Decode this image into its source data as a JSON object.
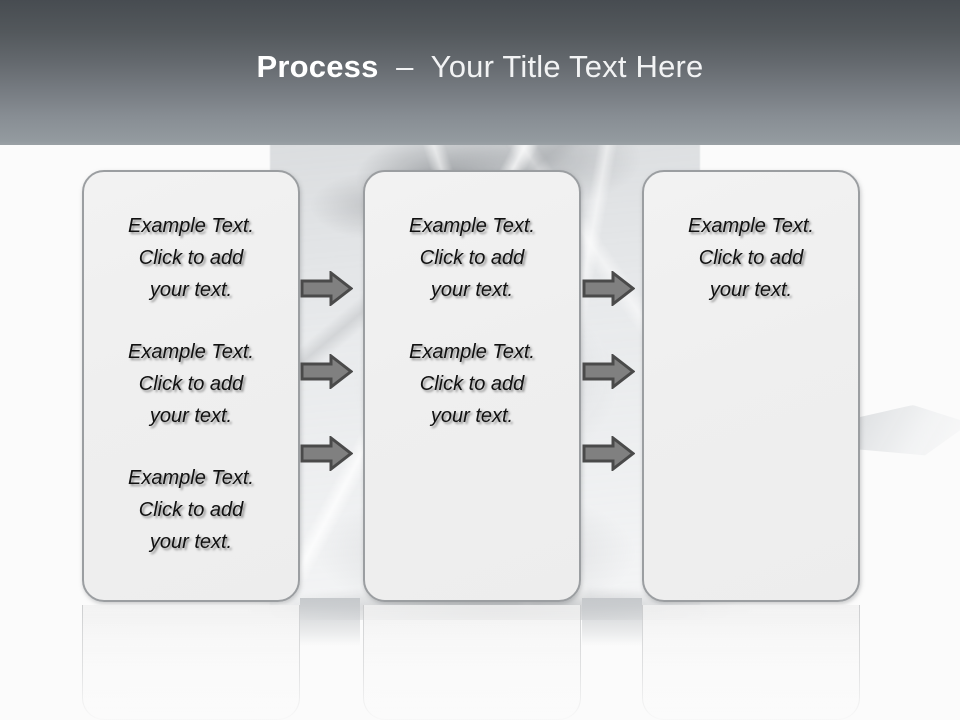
{
  "slide": {
    "title_bold": "Process",
    "title_rest": "  –  Your Title Text Here",
    "background_image_name": "plastic-bag-photo"
  },
  "theme": {
    "header_top_color": "#474c51",
    "header_bottom_color": "#9aa0a5",
    "card_fill": "#efefef",
    "card_border": "#9b9ea1",
    "arrow_fill": "#808080",
    "arrow_stroke": "#4a4a4a",
    "text_color": "#111111",
    "slide_background": "#fbfbfb"
  },
  "columns": [
    {
      "name": "column-1",
      "blocks": [
        "Example Text.\nClick  to add\nyour text.",
        "Example Text.\nClick  to add\nyour text.",
        "Example Text.\nClick  to add\nyour text."
      ]
    },
    {
      "name": "column-2",
      "blocks": [
        "Example Text.\nClick  to add\nyour text.",
        "Example Text.\nClick  to add\nyour text."
      ]
    },
    {
      "name": "column-3",
      "blocks": [
        "Example Text.\nClick  to add\nyour text."
      ]
    }
  ],
  "connectors": [
    {
      "name": "arrow-col1-col2-row1",
      "icon": "arrow-right-icon"
    },
    {
      "name": "arrow-col1-col2-row2",
      "icon": "arrow-right-icon"
    },
    {
      "name": "arrow-col1-col2-row3",
      "icon": "arrow-right-icon"
    },
    {
      "name": "arrow-col2-col3-row1",
      "icon": "arrow-right-icon"
    },
    {
      "name": "arrow-col2-col3-row2",
      "icon": "arrow-right-icon"
    },
    {
      "name": "arrow-col2-col3-row3",
      "icon": "arrow-right-icon"
    }
  ]
}
